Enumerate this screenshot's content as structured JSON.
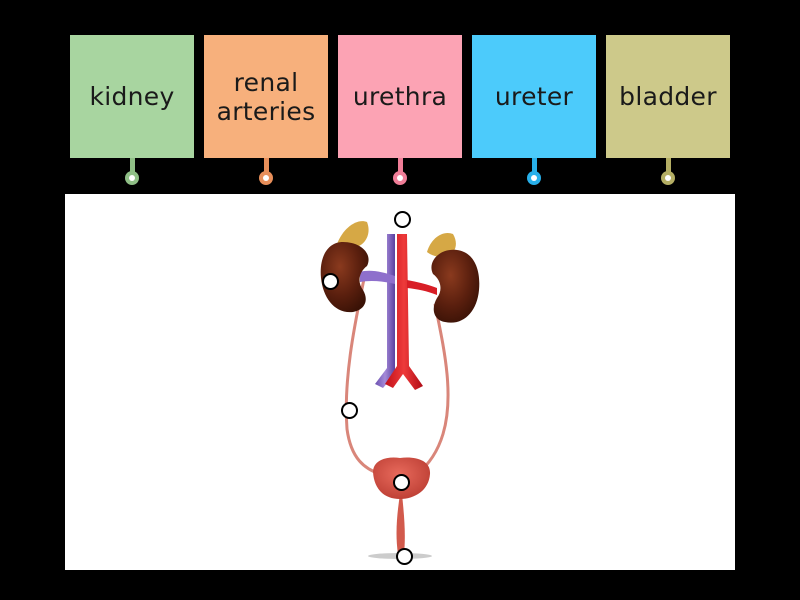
{
  "labels": [
    {
      "text": "kidney",
      "color": "#a8d5a0",
      "pin_color": "#8fbf86"
    },
    {
      "text": "renal\narteries",
      "color": "#f7b07c",
      "pin_color": "#e88f5a"
    },
    {
      "text": "urethra",
      "color": "#fca3b4",
      "pin_color": "#f07e98"
    },
    {
      "text": "ureter",
      "color": "#4ccbfb",
      "pin_color": "#28b0ea"
    },
    {
      "text": "bladder",
      "color": "#cdc98a",
      "pin_color": "#b4ae64"
    }
  ],
  "diagram": {
    "subject": "urinary system",
    "hotspot_count": 5
  }
}
